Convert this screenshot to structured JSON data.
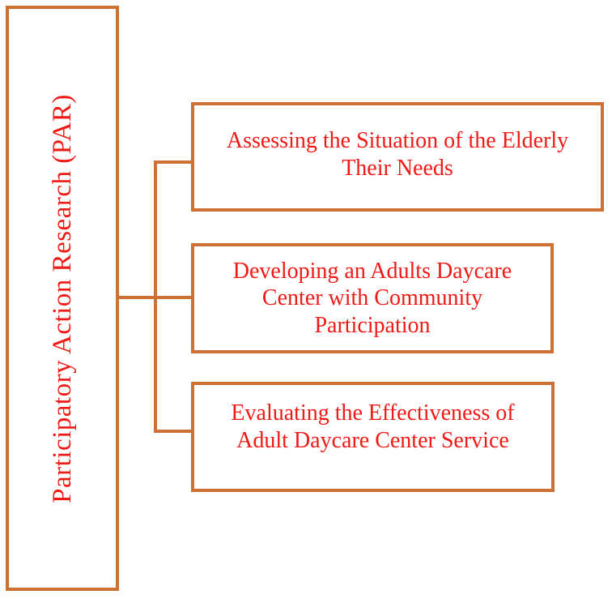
{
  "root_label": "Participatory Action Research (PAR)",
  "nodes": [
    {
      "id": "assessing",
      "lines": [
        "Assessing the Situation of the Elderly",
        "Their Needs"
      ]
    },
    {
      "id": "developing",
      "lines": [
        "Developing an Adults Daycare",
        "Center with Community",
        "Participation"
      ]
    },
    {
      "id": "evaluating",
      "lines": [
        "Evaluating the Effectiveness of",
        "Adult Daycare Center Service"
      ]
    }
  ],
  "colors": {
    "border": "#ce7134",
    "text": "#ef1a16",
    "background": "#ffffff"
  }
}
